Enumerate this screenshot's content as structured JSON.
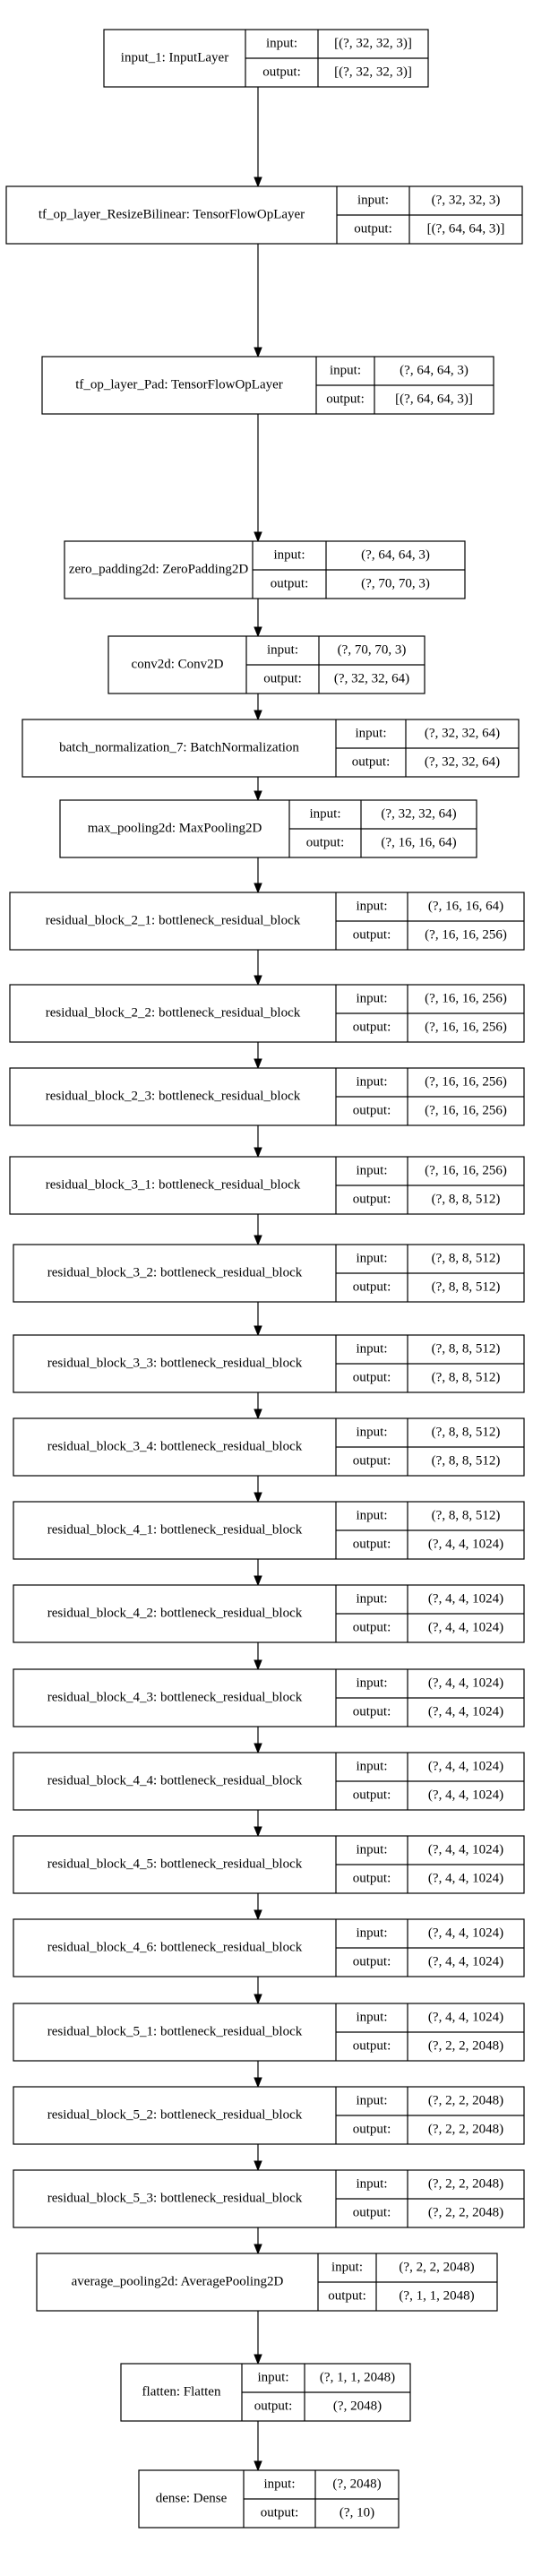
{
  "io_labels": {
    "input": "input:",
    "output": "output:"
  },
  "layers": [
    {
      "name": "input_1: InputLayer",
      "input": "[(?, 32, 32, 3)]",
      "output": "[(?, 32, 32, 3)]"
    },
    {
      "name": "tf_op_layer_ResizeBilinear: TensorFlowOpLayer",
      "input": "(?, 32, 32, 3)",
      "output": "[(?, 64, 64, 3)]"
    },
    {
      "name": "tf_op_layer_Pad: TensorFlowOpLayer",
      "input": "(?, 64, 64, 3)",
      "output": "[(?, 64, 64, 3)]"
    },
    {
      "name": "zero_padding2d: ZeroPadding2D",
      "input": "(?, 64, 64, 3)",
      "output": "(?, 70, 70, 3)"
    },
    {
      "name": "conv2d: Conv2D",
      "input": "(?, 70, 70, 3)",
      "output": "(?, 32, 32, 64)"
    },
    {
      "name": "batch_normalization_7: BatchNormalization",
      "input": "(?, 32, 32, 64)",
      "output": "(?, 32, 32, 64)"
    },
    {
      "name": "max_pooling2d: MaxPooling2D",
      "input": "(?, 32, 32, 64)",
      "output": "(?, 16, 16, 64)"
    },
    {
      "name": "residual_block_2_1: bottleneck_residual_block",
      "input": "(?, 16, 16, 64)",
      "output": "(?, 16, 16, 256)"
    },
    {
      "name": "residual_block_2_2: bottleneck_residual_block",
      "input": "(?, 16, 16, 256)",
      "output": "(?, 16, 16, 256)"
    },
    {
      "name": "residual_block_2_3: bottleneck_residual_block",
      "input": "(?, 16, 16, 256)",
      "output": "(?, 16, 16, 256)"
    },
    {
      "name": "residual_block_3_1: bottleneck_residual_block",
      "input": "(?, 16, 16, 256)",
      "output": "(?, 8, 8, 512)"
    },
    {
      "name": "residual_block_3_2: bottleneck_residual_block",
      "input": "(?, 8, 8, 512)",
      "output": "(?, 8, 8, 512)"
    },
    {
      "name": "residual_block_3_3: bottleneck_residual_block",
      "input": "(?, 8, 8, 512)",
      "output": "(?, 8, 8, 512)"
    },
    {
      "name": "residual_block_3_4: bottleneck_residual_block",
      "input": "(?, 8, 8, 512)",
      "output": "(?, 8, 8, 512)"
    },
    {
      "name": "residual_block_4_1: bottleneck_residual_block",
      "input": "(?, 8, 8, 512)",
      "output": "(?, 4, 4, 1024)"
    },
    {
      "name": "residual_block_4_2: bottleneck_residual_block",
      "input": "(?, 4, 4, 1024)",
      "output": "(?, 4, 4, 1024)"
    },
    {
      "name": "residual_block_4_3: bottleneck_residual_block",
      "input": "(?, 4, 4, 1024)",
      "output": "(?, 4, 4, 1024)"
    },
    {
      "name": "residual_block_4_4: bottleneck_residual_block",
      "input": "(?, 4, 4, 1024)",
      "output": "(?, 4, 4, 1024)"
    },
    {
      "name": "residual_block_4_5: bottleneck_residual_block",
      "input": "(?, 4, 4, 1024)",
      "output": "(?, 4, 4, 1024)"
    },
    {
      "name": "residual_block_4_6: bottleneck_residual_block",
      "input": "(?, 4, 4, 1024)",
      "output": "(?, 4, 4, 1024)"
    },
    {
      "name": "residual_block_5_1: bottleneck_residual_block",
      "input": "(?, 4, 4, 1024)",
      "output": "(?, 2, 2, 2048)"
    },
    {
      "name": "residual_block_5_2: bottleneck_residual_block",
      "input": "(?, 2, 2, 2048)",
      "output": "(?, 2, 2, 2048)"
    },
    {
      "name": "residual_block_5_3: bottleneck_residual_block",
      "input": "(?, 2, 2, 2048)",
      "output": "(?, 2, 2, 2048)"
    },
    {
      "name": "average_pooling2d: AveragePooling2D",
      "input": "(?, 2, 2, 2048)",
      "output": "(?, 1, 1, 2048)"
    },
    {
      "name": "flatten: Flatten",
      "input": "(?, 1, 1, 2048)",
      "output": "(?, 2048)"
    },
    {
      "name": "dense: Dense",
      "input": "(?, 2048)",
      "output": "(?, 10)"
    }
  ]
}
